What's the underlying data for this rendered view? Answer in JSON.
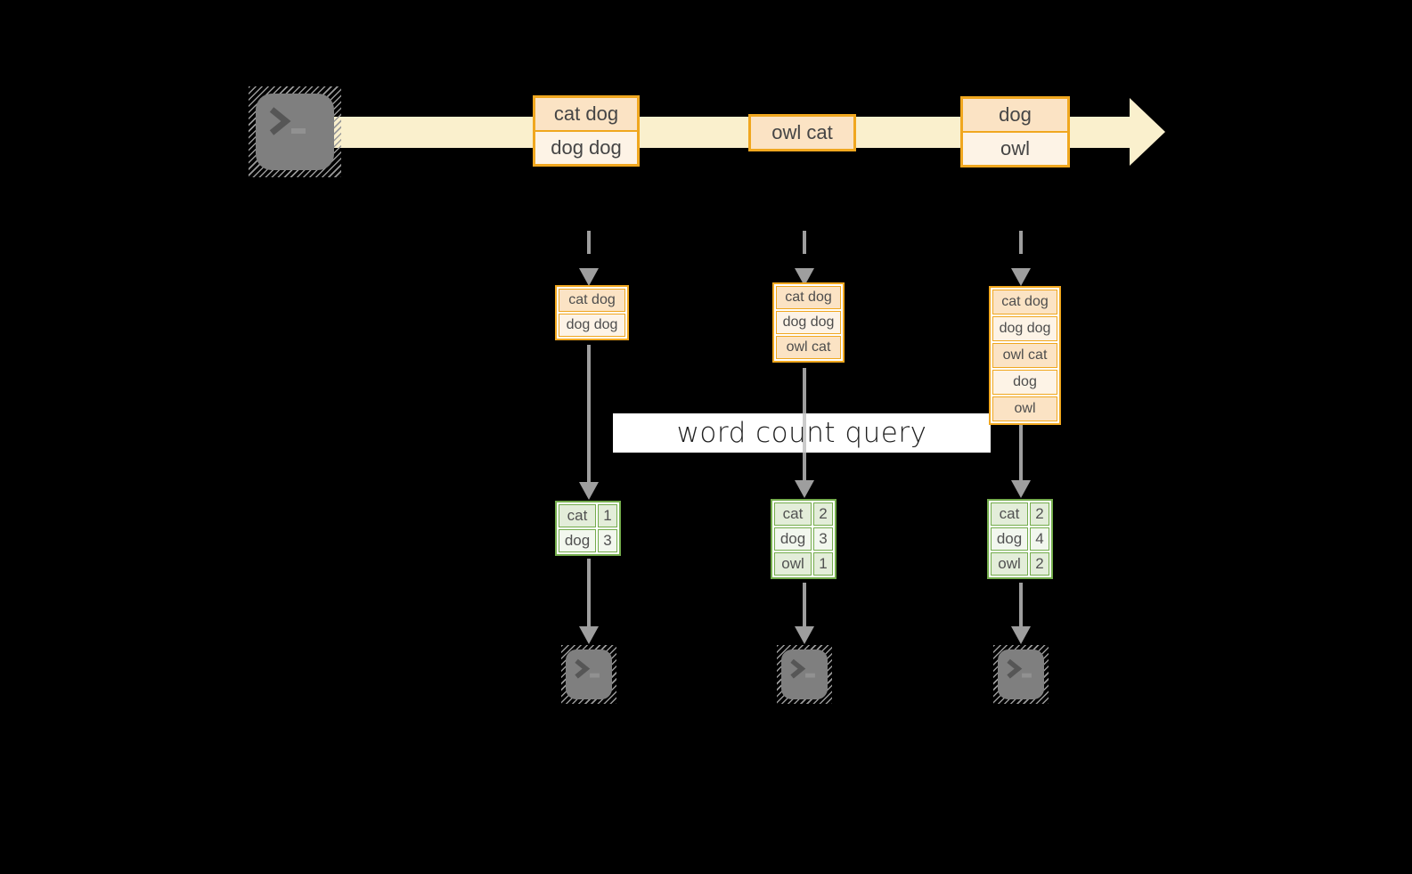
{
  "banner": {
    "label": "word count query"
  },
  "stream": {
    "source_icon": "terminal-prompt",
    "boxes": [
      {
        "lines": [
          "cat dog",
          "dog dog"
        ]
      },
      {
        "lines": [
          "owl cat"
        ]
      },
      {
        "lines": [
          "dog",
          "owl"
        ]
      }
    ]
  },
  "columns": [
    {
      "buffer": [
        "cat dog",
        "dog dog"
      ],
      "counts": [
        {
          "word": "cat",
          "count": "1"
        },
        {
          "word": "dog",
          "count": "3"
        }
      ],
      "sink_icon": "terminal-prompt"
    },
    {
      "buffer": [
        "cat dog",
        "dog dog",
        "owl cat"
      ],
      "counts": [
        {
          "word": "cat",
          "count": "2"
        },
        {
          "word": "dog",
          "count": "3"
        },
        {
          "word": "owl",
          "count": "1"
        }
      ],
      "sink_icon": "terminal-prompt"
    },
    {
      "buffer": [
        "cat dog",
        "dog dog",
        "owl cat",
        "dog",
        "owl"
      ],
      "counts": [
        {
          "word": "cat",
          "count": "2"
        },
        {
          "word": "dog",
          "count": "4"
        },
        {
          "word": "owl",
          "count": "2"
        }
      ],
      "sink_icon": "terminal-prompt"
    }
  ],
  "colors": {
    "background": "#000000",
    "stream_band": "#FAF0CD",
    "event_border": "#F0A71F",
    "event_fill_dark": "#FBE3C4",
    "event_fill_light": "#FDF3E6",
    "table_border": "#74AC4C",
    "table_fill_dark": "#E3EDD9",
    "table_fill_light": "#F2F7EE",
    "arrow_gray": "#9E9E9E",
    "terminal_gray": "#7F7F7F",
    "banner_bg": "#FFFFFF"
  }
}
